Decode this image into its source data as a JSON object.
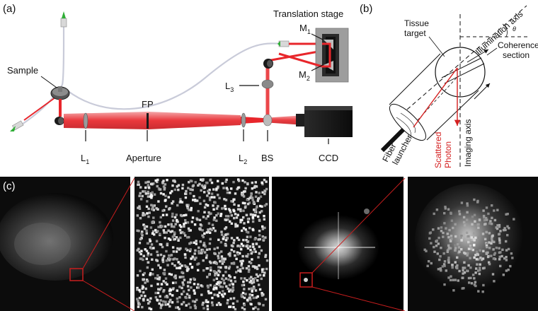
{
  "panels": {
    "a": "(a)",
    "b": "(b)",
    "c": "(c)"
  },
  "optics": {
    "translation_stage": "Translation stage",
    "m1": "M",
    "m1_sub": "1",
    "m2": "M",
    "m2_sub": "2",
    "l3": "L",
    "l3_sub": "3",
    "sample": "Sample",
    "fp": "FP",
    "l1": "L",
    "l1_sub": "1",
    "aperture": "Aperture",
    "l2": "L",
    "l2_sub": "2",
    "bs": "BS",
    "ccd": "CCD"
  },
  "schematic": {
    "tissue_target_1": "Tissue",
    "tissue_target_2": "target",
    "illumination_axis": "Illumination axis",
    "theta": "θ",
    "coherence_1": "Coherence",
    "coherence_2": "section",
    "fiber_1": "Fiber",
    "fiber_2": "launcher",
    "scattered_1": "Scattered",
    "scattered_2": "Photon",
    "imaging_axis": "Imaging axis"
  },
  "colors": {
    "beam": "#e8262b",
    "beam_light": "#f07d80",
    "fiber": "#c9cbd9",
    "scatter_red": "#d42020",
    "zoom_red": "#c81e1e"
  }
}
